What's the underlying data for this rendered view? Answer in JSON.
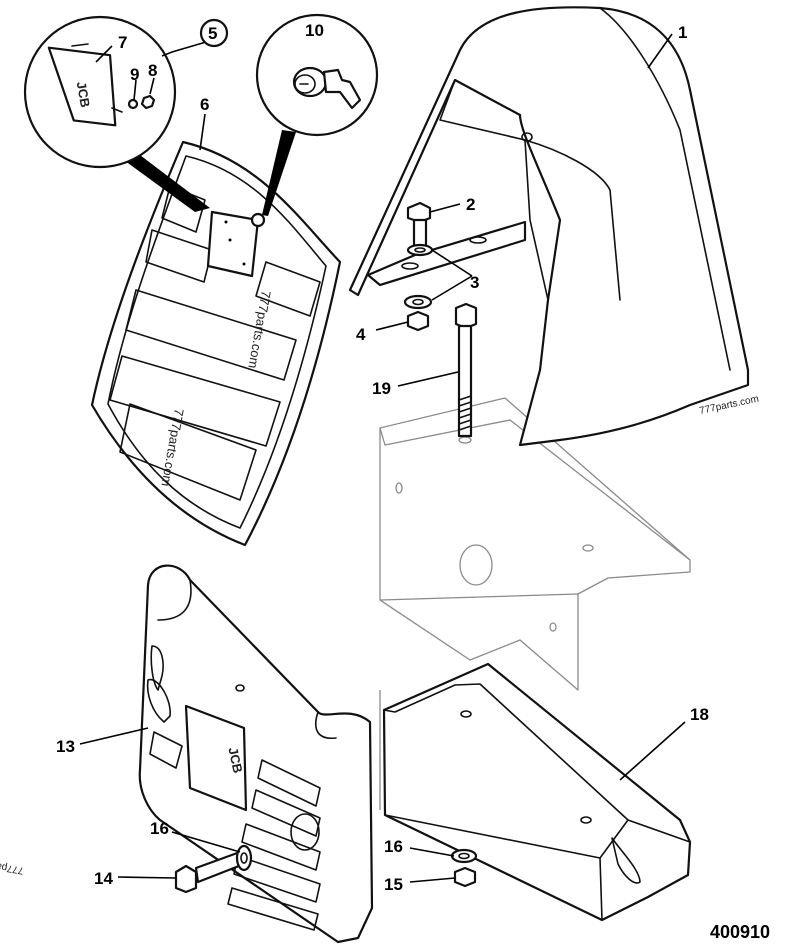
{
  "callouts": [
    {
      "id": "1",
      "text": "1"
    },
    {
      "id": "2",
      "text": "2"
    },
    {
      "id": "3",
      "text": "3"
    },
    {
      "id": "4",
      "text": "4"
    },
    {
      "id": "5",
      "text": "5"
    },
    {
      "id": "6",
      "text": "6"
    },
    {
      "id": "7",
      "text": "7"
    },
    {
      "id": "8",
      "text": "8"
    },
    {
      "id": "9",
      "text": "9"
    },
    {
      "id": "10",
      "text": "10"
    },
    {
      "id": "13",
      "text": "13"
    },
    {
      "id": "14",
      "text": "14"
    },
    {
      "id": "15",
      "text": "15"
    },
    {
      "id": "16a",
      "text": "16"
    },
    {
      "id": "16b",
      "text": "16"
    },
    {
      "id": "18",
      "text": "18"
    },
    {
      "id": "19",
      "text": "19"
    }
  ],
  "watermark": "777parts.com",
  "watermark_edge": "777pa",
  "figure_code": "400910",
  "emblem_text": "JCB"
}
